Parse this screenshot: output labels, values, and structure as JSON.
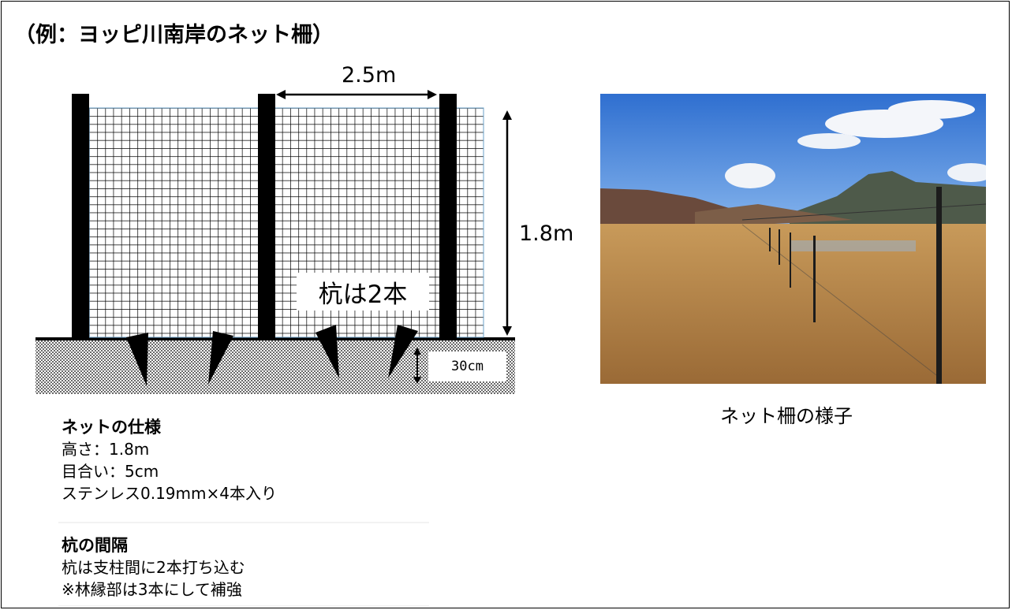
{
  "title": "（例：ヨッピ川南岸のネット柵）",
  "diagram": {
    "spacing_label": "2.5m",
    "height_label": "1.8m",
    "stake_label": "杭は2本",
    "depth_label": "30cm"
  },
  "photo": {
    "caption": "ネット柵の様子"
  },
  "net_spec": {
    "heading": "ネットの仕様",
    "lines": [
      "高さ：1.8m",
      "目合い：5cm",
      "ステンレス0.19mm×4本入り"
    ]
  },
  "stake_spec": {
    "heading": "杭の間隔",
    "lines": [
      "杭は支柱間に2本打ち込む",
      "※林縁部は3本にして補強"
    ]
  },
  "colors": {
    "post": "#000000",
    "ground_pattern": "#8a8a8a",
    "sky": "#3f7fd6",
    "grass": "#b8864a"
  }
}
